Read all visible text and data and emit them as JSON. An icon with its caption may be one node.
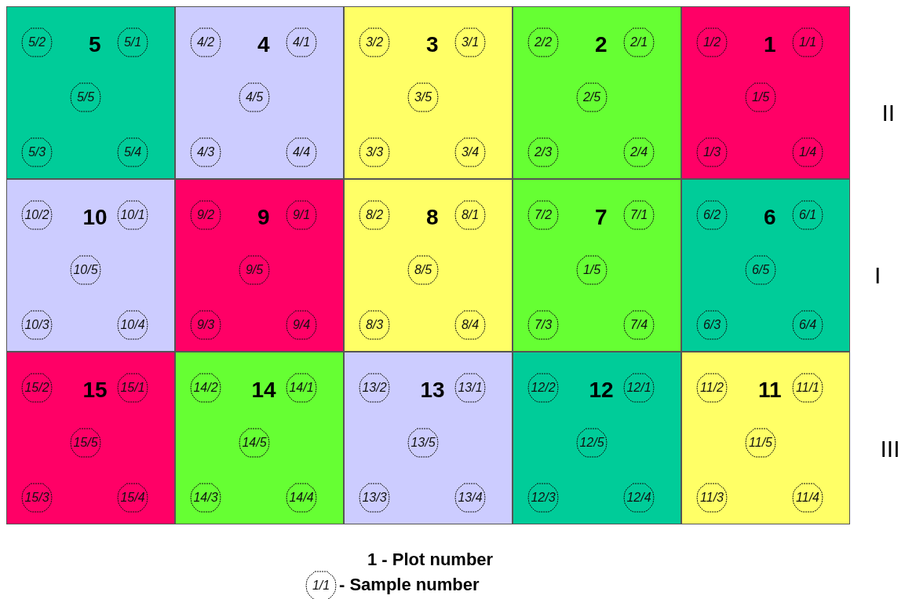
{
  "diagram": {
    "nodes": [
      {
        "text": [
          "5"
        ]
      },
      {
        "text": [
          "5/2"
        ],
        "in": 0
      },
      {
        "text": [
          "5/1"
        ],
        "in": 0
      },
      {
        "text": [
          "5/5"
        ],
        "in": 0
      },
      {
        "text": [
          "5/3"
        ],
        "in": 0
      },
      {
        "text": [
          "5/4"
        ],
        "in": 0
      },
      {
        "text": [
          "4"
        ]
      },
      {
        "text": [
          "4/2"
        ],
        "in": 6
      },
      {
        "text": [
          "4/1"
        ],
        "in": 6
      },
      {
        "text": [
          "4/5"
        ],
        "in": 6
      },
      {
        "text": [
          "4/3"
        ],
        "in": 6
      },
      {
        "text": [
          "4/4"
        ],
        "in": 6
      },
      {
        "text": [
          "3"
        ]
      },
      {
        "text": [
          "3/2"
        ],
        "in": 12
      },
      {
        "text": [
          "3/1"
        ],
        "in": 12
      },
      {
        "text": [
          "3/5"
        ],
        "in": 12
      },
      {
        "text": [
          "3/3"
        ],
        "in": 12
      },
      {
        "text": [
          "3/4"
        ],
        "in": 12
      },
      {
        "text": [
          "2"
        ]
      },
      {
        "text": [
          "2/2"
        ],
        "in": 18
      },
      {
        "text": [
          "2/1"
        ],
        "in": 18
      },
      {
        "text": [
          "2/5"
        ],
        "in": 18
      },
      {
        "text": [
          "2/3"
        ],
        "in": 18
      },
      {
        "text": [
          "2/4"
        ],
        "in": 18
      },
      {
        "text": [
          "1"
        ]
      },
      {
        "text": [
          "1/2"
        ],
        "in": 24
      },
      {
        "text": [
          "1/1"
        ],
        "in": 24
      },
      {
        "text": [
          "1/5"
        ],
        "in": 24
      },
      {
        "text": [
          "1/3"
        ],
        "in": 24
      },
      {
        "text": [
          "1/4"
        ],
        "in": 24
      },
      {
        "text": [
          "10"
        ]
      },
      {
        "text": [
          "10/2"
        ],
        "in": 30
      },
      {
        "text": [
          "10/1"
        ],
        "in": 30
      },
      {
        "text": [
          "10/5"
        ],
        "in": 30
      },
      {
        "text": [
          "10/3"
        ],
        "in": 30
      },
      {
        "text": [
          "10/4"
        ],
        "in": 30
      },
      {
        "text": [
          "9"
        ]
      },
      {
        "text": [
          "9/2"
        ],
        "in": 36
      },
      {
        "text": [
          "9/1"
        ],
        "in": 36
      },
      {
        "text": [
          "9/5"
        ],
        "in": 36
      },
      {
        "text": [
          "9/3"
        ],
        "in": 36
      },
      {
        "text": [
          "9/4"
        ],
        "in": 36
      },
      {
        "text": [
          "8"
        ]
      },
      {
        "text": [
          "8/2"
        ],
        "in": 42
      },
      {
        "text": [
          "8/1"
        ],
        "in": 42
      },
      {
        "text": [
          "8/5"
        ],
        "in": 42
      },
      {
        "text": [
          "8/3"
        ],
        "in": 42
      },
      {
        "text": [
          "8/4"
        ],
        "in": 42
      },
      {
        "text": [
          "7"
        ]
      },
      {
        "text": [
          "7/2"
        ],
        "in": 48
      },
      {
        "text": [
          "7/1"
        ],
        "in": 48
      },
      {
        "text": [
          "1/5"
        ],
        "in": 48
      },
      {
        "text": [
          "7/3"
        ],
        "in": 48
      },
      {
        "text": [
          "7/4"
        ],
        "in": 48
      },
      {
        "text": [
          "6"
        ]
      },
      {
        "text": [
          "6/2"
        ],
        "in": 54
      },
      {
        "text": [
          "6/1"
        ],
        "in": 54
      },
      {
        "text": [
          "6/5"
        ],
        "in": 54
      },
      {
        "text": [
          "6/3"
        ],
        "in": 54
      },
      {
        "text": [
          "6/4"
        ],
        "in": 54
      },
      {
        "text": [
          "15"
        ]
      },
      {
        "text": [
          "15/2"
        ],
        "in": 60
      },
      {
        "text": [
          "15/1"
        ],
        "in": 60
      },
      {
        "text": [
          "15/5"
        ],
        "in": 60
      },
      {
        "text": [
          "15/3"
        ],
        "in": 60
      },
      {
        "text": [
          "15/4"
        ],
        "in": 60
      },
      {
        "text": [
          "14"
        ]
      },
      {
        "text": [
          "14/2"
        ],
        "in": 66
      },
      {
        "text": [
          "14/1"
        ],
        "in": 66
      },
      {
        "text": [
          "14/5"
        ],
        "in": 66
      },
      {
        "text": [
          "14/3"
        ],
        "in": 66
      },
      {
        "text": [
          "14/4"
        ],
        "in": 66
      },
      {
        "text": [
          "13"
        ]
      },
      {
        "text": [
          "13/2"
        ],
        "in": 72
      },
      {
        "text": [
          "13/1"
        ],
        "in": 72
      },
      {
        "text": [
          "13/5"
        ],
        "in": 72
      },
      {
        "text": [
          "13/3"
        ],
        "in": 72
      },
      {
        "text": [
          "13/4"
        ],
        "in": 72
      },
      {
        "text": [
          "12"
        ]
      },
      {
        "text": [
          "12/2"
        ],
        "in": 78
      },
      {
        "text": [
          "12/1"
        ],
        "in": 78
      },
      {
        "text": [
          "12/5"
        ],
        "in": 78
      },
      {
        "text": [
          "12/3"
        ],
        "in": 78
      },
      {
        "text": [
          "12/4"
        ],
        "in": 78
      },
      {
        "text": [
          "11"
        ]
      },
      {
        "text": [
          "11/2"
        ],
        "in": 84
      },
      {
        "text": [
          "11/1"
        ],
        "in": 84
      },
      {
        "text": [
          "11/5"
        ],
        "in": 84
      },
      {
        "text": [
          "11/3"
        ],
        "in": 84
      },
      {
        "text": [
          "11/4"
        ],
        "in": 84
      },
      {
        "text": [
          "1/1"
        ]
      }
    ],
    "labels": [
      "II",
      "I",
      "III"
    ],
    "legend": [
      {
        "text": "1 - Plot number"
      },
      {
        "text": "- Sample number"
      }
    ]
  }
}
